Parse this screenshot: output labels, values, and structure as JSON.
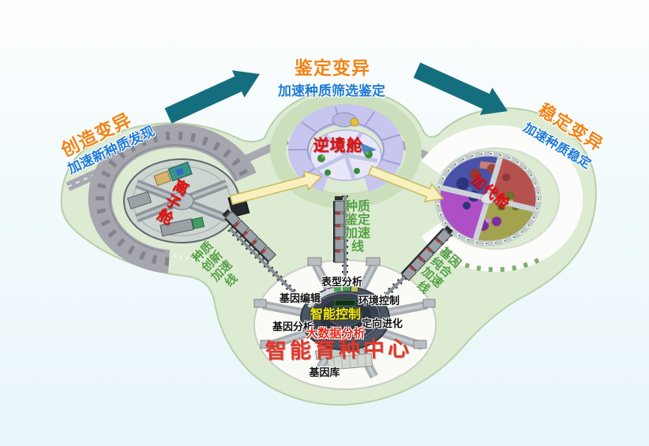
{
  "diagram": {
    "stages": [
      {
        "title": "创造变异",
        "subtitle": "加速新种质发现"
      },
      {
        "title": "鉴定变异",
        "subtitle": "加速种质筛选鉴定"
      },
      {
        "title": "稳定变异",
        "subtitle": "加速种质稳定"
      }
    ],
    "chambers": {
      "ion": "离子舱",
      "stress": "逆境舱",
      "generation": "加代舱"
    },
    "rail_lines": {
      "innovation": [
        "种质",
        "创新",
        "加速",
        "线"
      ],
      "identification": [
        "种质",
        "鉴定",
        "加速",
        "线"
      ],
      "homozygosity": [
        "基因",
        "纯合",
        "加速",
        "线"
      ]
    },
    "center": {
      "title": "智能育种中心",
      "modules": {
        "phenotype": "表型分析",
        "gene_editing": "基因编辑",
        "environment": "环境控制",
        "gene_analysis": "基因分析",
        "directed_evolution": "定向进化",
        "intelligent_control": "智能控制",
        "big_data": "大数据分析",
        "gene_bank": "基因库"
      }
    },
    "colors": {
      "stage_title": "#F08418",
      "stage_subtitle": "#1E7AD6",
      "chamber_label": "#E51010",
      "rail_label": "#55A045",
      "center_title": "#DE392D",
      "intelligent_control": "#F3EA0C",
      "big_data": "#E52B1A",
      "teal_arrow": "#156E7D",
      "yellow_arrow": "#F8F1BD",
      "terrain": "#DCEBD2"
    }
  }
}
